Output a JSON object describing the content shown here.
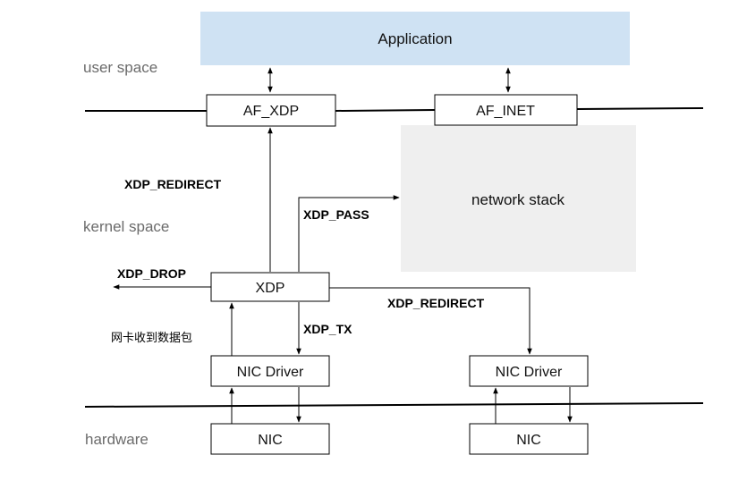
{
  "regions": {
    "user_space": "user space",
    "kernel_space": "kernel space",
    "hardware": "hardware"
  },
  "boxes": {
    "application": "Application",
    "af_xdp": "AF_XDP",
    "af_inet": "AF_INET",
    "network_stack": "network stack",
    "xdp": "XDP",
    "nic_driver_left": "NIC Driver",
    "nic_driver_right": "NIC Driver",
    "nic_left": "NIC",
    "nic_right": "NIC"
  },
  "actions": {
    "redirect_up": "XDP_REDIRECT",
    "pass": "XDP_PASS",
    "drop": "XDP_DROP",
    "tx": "XDP_TX",
    "redirect_right": "XDP_REDIRECT"
  },
  "notes": {
    "nic_receive": "网卡收到数据包"
  },
  "colors": {
    "application_fill": "#cfe2f3",
    "network_stack_fill": "#efefef",
    "line": "#000000",
    "region_label": "#6b6b6b"
  }
}
